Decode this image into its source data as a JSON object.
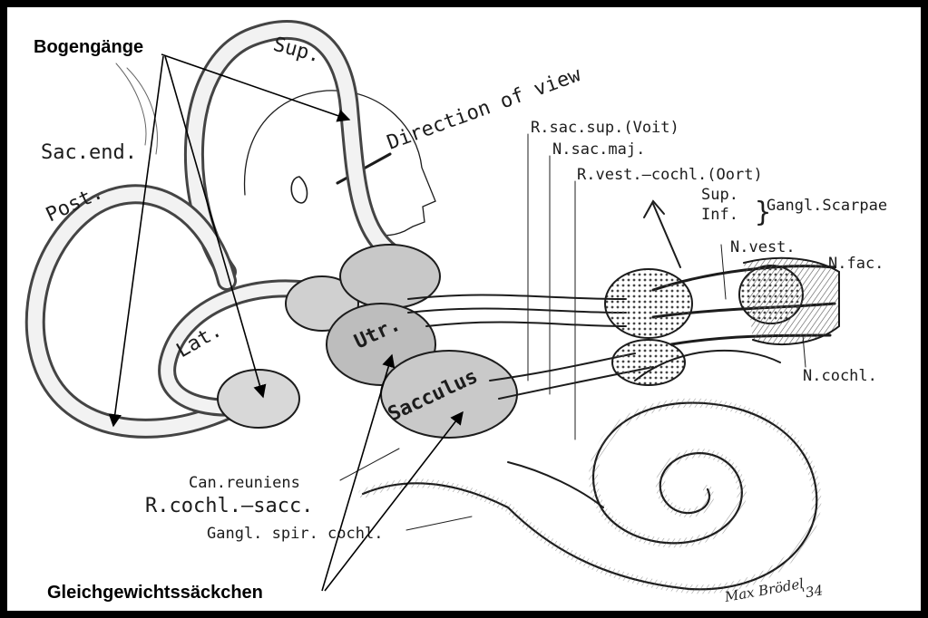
{
  "annotations": {
    "semicircular_canals": "Bogengänge",
    "otolith_organs": "Gleichgewichtssäckchen"
  },
  "labels": {
    "sup": "Sup.",
    "direction_of_view": "Direction of view",
    "sac_end": "Sac.end.",
    "post": "Post.",
    "lat": "Lat.",
    "utr": "Utr.",
    "sacculus": "Sacculus",
    "r_sac_sup": "R.sac.sup.(Voit)",
    "n_sac_maj": "N.sac.maj.",
    "r_vest_cochl": "R.vest.–cochl.(Oort)",
    "sup2": "Sup.",
    "inf": "Inf.",
    "gangl_scarpae": "Gangl.Scarpae",
    "n_vest": "N.vest.",
    "n_fac": "N.fac.",
    "n_cochl": "N.cochl.",
    "can_reuniens": "Can.reuniens",
    "r_cochl_sacc": "R.cochl.–sacc.",
    "gangl_spir_cochl": "Gangl. spir. cochl.",
    "signature": "Max Brödel",
    "signature_year": "'34"
  },
  "colors": {
    "ink": "#1c1c1c",
    "arrow": "#000000",
    "background": "#ffffff"
  }
}
